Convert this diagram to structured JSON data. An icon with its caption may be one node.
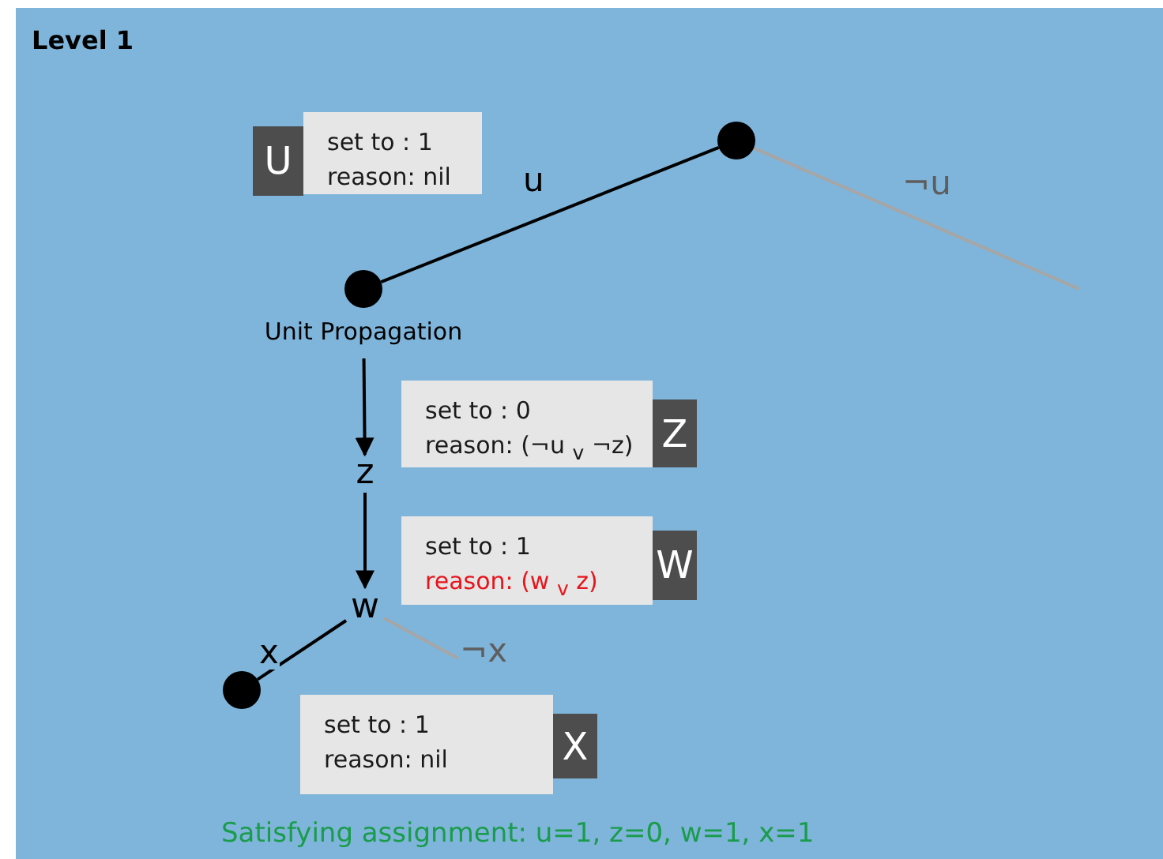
{
  "diagram": {
    "title": "Level 1",
    "caption": "Satisfying assignment: u=1, z=0, w=1, x=1",
    "nodes": [
      {
        "text": [
          "U"
        ]
      },
      {
        "text": [
          "set to : 1",
          "reason: nil"
        ]
      },
      {
        "text": [],
        "shape": "circle"
      },
      {
        "text": [],
        "shape": "circle",
        "beside": [
          "Unit Propagation"
        ]
      },
      {
        "text": [
          "set to : 0",
          "reason: (¬u $_{v}$ ¬z)"
        ]
      },
      {
        "text": [
          "Z"
        ]
      },
      {
        "text": [
          "z"
        ]
      },
      {
        "text": [
          "set to : 1",
          "reason: (w $_{v}$ z)"
        ]
      },
      {
        "text": [
          "W"
        ]
      },
      {
        "text": [
          "w"
        ]
      },
      {
        "text": [],
        "shape": "circle"
      },
      {
        "text": [
          "set to : 1",
          "reason: nil"
        ]
      },
      {
        "text": [
          "X"
        ]
      }
    ],
    "edges": [
      {
        "from": 3,
        "to": 2,
        "arrow": "none",
        "label": "u"
      },
      {
        "from": 2,
        "to": null,
        "arrow": "none",
        "label": "¬u",
        "color": "#a6a6a6"
      },
      {
        "from": 3,
        "to": 6,
        "arrow": "to"
      },
      {
        "from": 6,
        "to": 9,
        "arrow": "to"
      },
      {
        "from": 9,
        "to": 10,
        "arrow": "none",
        "label": "x"
      },
      {
        "from": 9,
        "to": null,
        "arrow": "none",
        "label": "¬x",
        "color": "#a6a6a6"
      }
    ]
  }
}
